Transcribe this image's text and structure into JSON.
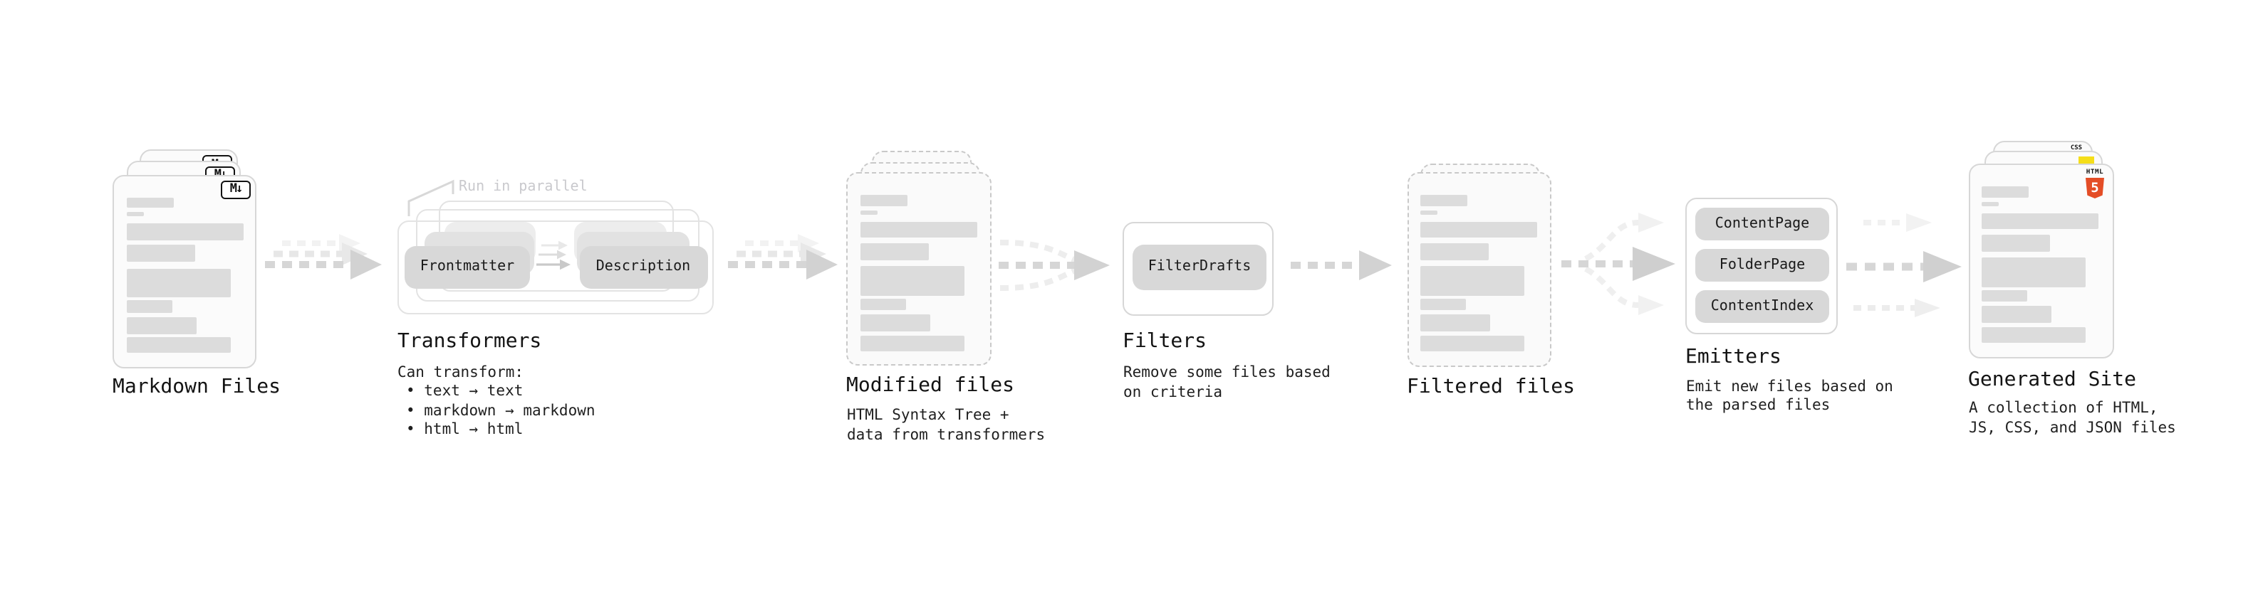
{
  "stages": {
    "markdown_files": {
      "label": "Markdown Files",
      "badge": "M↓"
    },
    "transformers": {
      "label": "Transformers",
      "annotation": "Run in parallel",
      "button_left": "Frontmatter",
      "button_right": "Description",
      "desc_title": "Can transform:",
      "bullets": [
        "• text → text",
        "• markdown → markdown",
        "• html → html"
      ]
    },
    "modified_files": {
      "label": "Modified files",
      "desc": [
        "HTML Syntax Tree +",
        "data from transformers"
      ]
    },
    "filters": {
      "label": "Filters",
      "button": "FilterDrafts",
      "desc": [
        "Remove some files based",
        "on criteria"
      ]
    },
    "filtered_files": {
      "label": "Filtered files"
    },
    "emitters": {
      "label": "Emitters",
      "buttons": [
        "ContentPage",
        "FolderPage",
        "ContentIndex"
      ],
      "desc": [
        "Emit new files based on",
        "the parsed files"
      ]
    },
    "generated_site": {
      "label": "Generated Site",
      "desc": [
        "A collection of HTML,",
        "JS, CSS, and JSON files"
      ],
      "css_badge": "CSS",
      "html_badge_word": "HTML",
      "html_badge_number": "5"
    }
  },
  "colors": {
    "html_orange": "#e44d26",
    "js_yellow": "#f5de19",
    "css_blue": "#2962f5",
    "button_gray": "#d8d8d8",
    "placeholder_line_gray": "#dcdcdc"
  }
}
